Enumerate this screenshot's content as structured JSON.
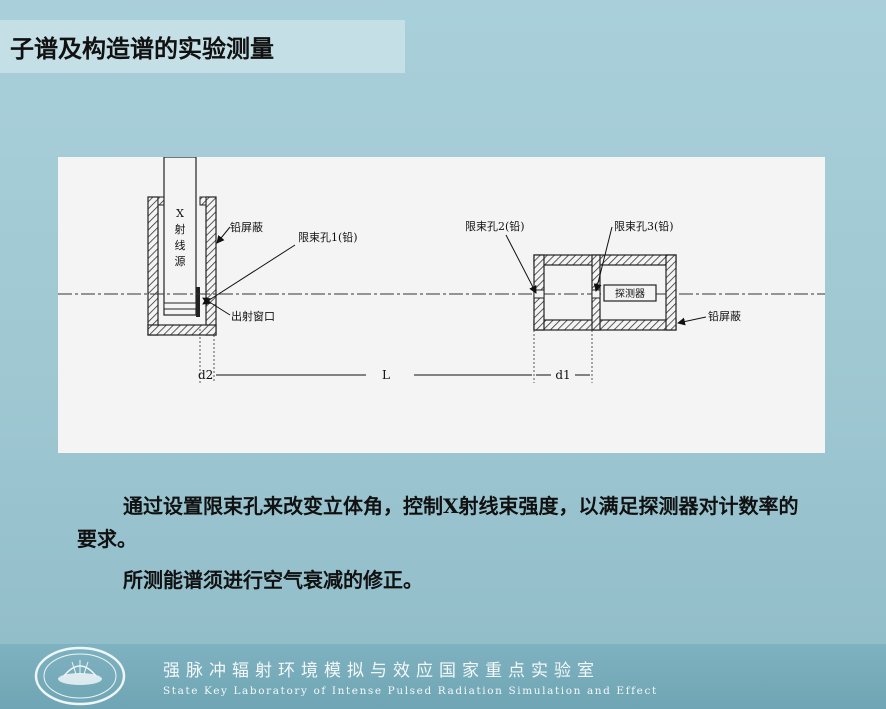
{
  "header": {
    "title": "子谱及构造谱的实验测量"
  },
  "diagram": {
    "source_label": [
      "X",
      "射",
      "线",
      "源"
    ],
    "lead_shield_left": "铅屏蔽",
    "collimator1": "限束孔1(铅)",
    "exit_window": "出射窗口",
    "collimator2": "限束孔2(铅)",
    "collimator3": "限束孔3(铅)",
    "detector": "探测器",
    "lead_shield_right": "铅屏蔽",
    "dim_d2": "d2",
    "dim_L": "L",
    "dim_d1": "d1"
  },
  "body": {
    "paragraph1": "通过设置限束孔来改变立体角，控制X射线束强度，以满足探测器对计数率的要求。",
    "paragraph2": "所测能谱须进行空气衰减的修正。"
  },
  "footer": {
    "lab_name_cn": "强脉冲辐射环境模拟与效应国家重点实验室",
    "lab_name_en": "State Key Laboratory of Intense Pulsed Radiation Simulation and Effect"
  }
}
